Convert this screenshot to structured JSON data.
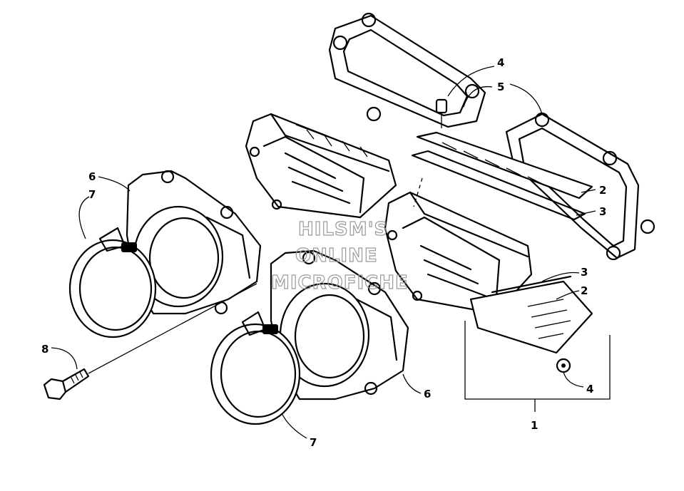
{
  "watermark": {
    "lines": [
      "HILSM'S",
      "ONLINE",
      "MICROFICHE"
    ]
  },
  "callouts": [
    {
      "id": "c1",
      "text": "1"
    },
    {
      "id": "c2a",
      "text": "2"
    },
    {
      "id": "c2b",
      "text": "2"
    },
    {
      "id": "c3a",
      "text": "3"
    },
    {
      "id": "c3b",
      "text": "3"
    },
    {
      "id": "c4a",
      "text": "4"
    },
    {
      "id": "c4b",
      "text": "4"
    },
    {
      "id": "c5",
      "text": "5"
    },
    {
      "id": "c6a",
      "text": "6"
    },
    {
      "id": "c6b",
      "text": "6"
    },
    {
      "id": "c7a",
      "text": "7"
    },
    {
      "id": "c7b",
      "text": "7"
    },
    {
      "id": "c8",
      "text": "8"
    }
  ],
  "colors": {
    "line": "#000000",
    "background": "#ffffff",
    "watermark": "#9a9a9a"
  }
}
